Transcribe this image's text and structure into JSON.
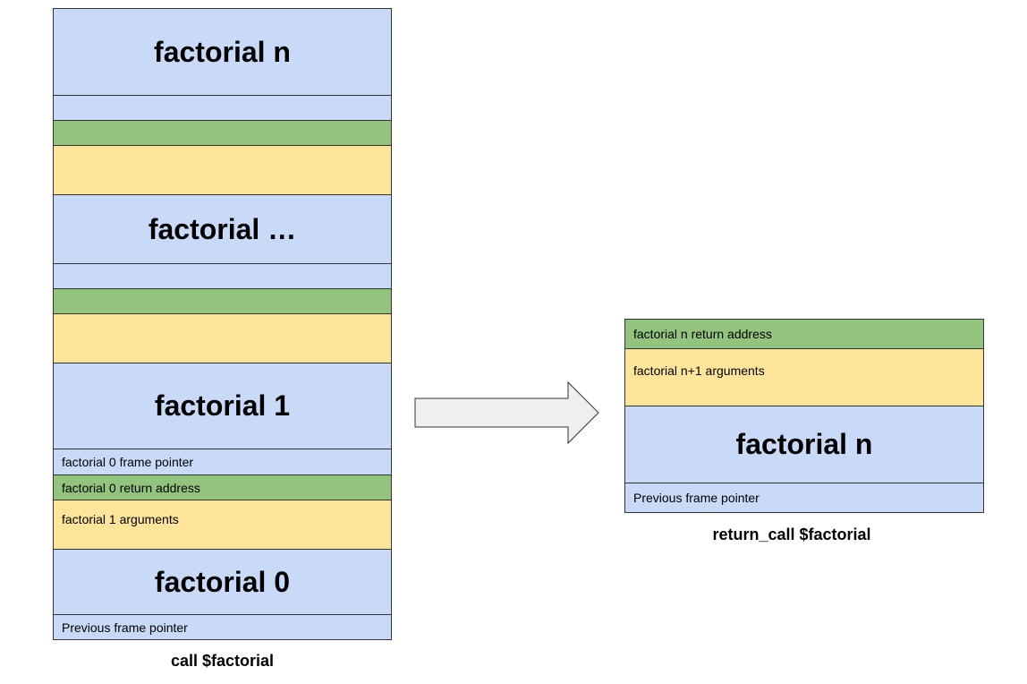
{
  "left_stack": {
    "caption": "call $factorial",
    "frames": {
      "factorial_n": "factorial n",
      "factorial_ellipsis": "factorial …",
      "factorial_1": "factorial 1",
      "frame_pointer_0": "factorial 0 frame pointer",
      "return_address_0": "factorial 0 return address",
      "arguments_1": "factorial 1 arguments",
      "factorial_0": "factorial 0",
      "previous_frame_pointer": "Previous frame pointer"
    }
  },
  "right_stack": {
    "caption": "return_call $factorial",
    "frames": {
      "return_address_n": "factorial n return address",
      "arguments_n_plus_1": "factorial n+1 arguments",
      "factorial_n": "factorial n",
      "previous_frame_pointer": "Previous frame pointer"
    }
  },
  "colors": {
    "frame": "#c9daf8",
    "return_address": "#93c47d",
    "arguments": "#ffe599",
    "border": "#333333",
    "arrow_fill": "#efefef"
  }
}
